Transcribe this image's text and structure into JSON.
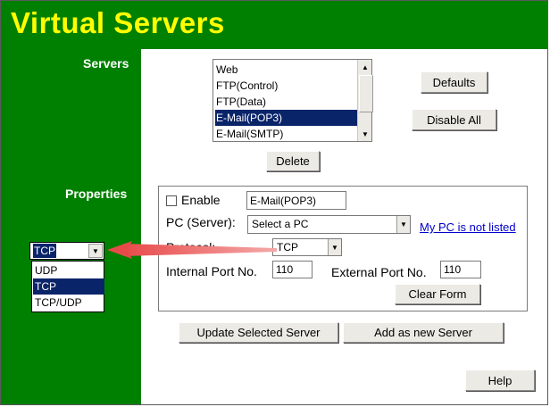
{
  "header": {
    "title": "Virtual Servers"
  },
  "sidebar": {
    "servers_label": "Servers",
    "properties_label": "Properties"
  },
  "servers": {
    "items": [
      "Web",
      "FTP(Control)",
      "FTP(Data)",
      "E-Mail(POP3)",
      "E-Mail(SMTP)"
    ],
    "selected": "E-Mail(POP3)",
    "defaults_button": "Defaults",
    "disable_all_button": "Disable All",
    "delete_button": "Delete"
  },
  "properties": {
    "enable_label": "Enable",
    "enabled": false,
    "name_value": "E-Mail(POP3)",
    "pc_label": "PC (Server):",
    "pc_select_value": "Select a PC",
    "pc_link": "My PC is not listed",
    "protocol_label": "Protocol:",
    "protocol_value": "TCP",
    "internal_port_label": "Internal Port No.",
    "internal_port_value": "110",
    "external_port_label": "External Port No.",
    "external_port_value": "110",
    "clear_button": "Clear Form"
  },
  "actions": {
    "update_button": "Update Selected Server",
    "add_button": "Add as new Server",
    "help_button": "Help"
  },
  "protocol_dropdown": {
    "current": "TCP",
    "options": [
      "UDP",
      "TCP",
      "TCP/UDP"
    ],
    "selected": "TCP"
  },
  "colors": {
    "header_bg": "#008000",
    "title": "#ffff00",
    "selection": "#0a246a",
    "callout_arrow": "#e05050",
    "link": "#0000cc"
  }
}
